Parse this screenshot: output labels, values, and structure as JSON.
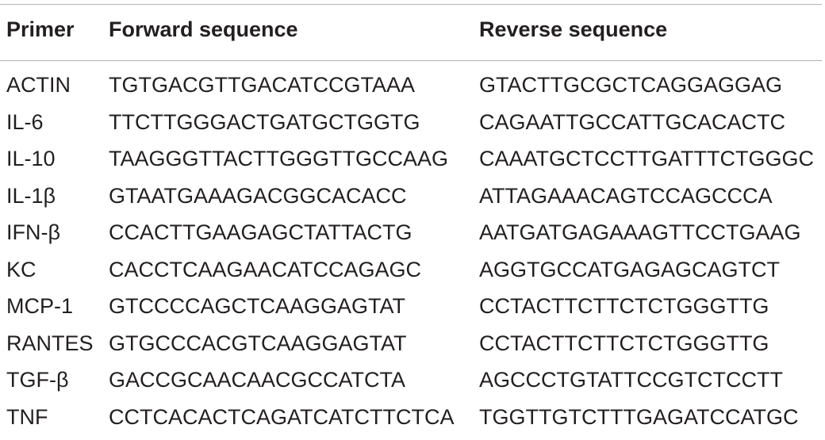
{
  "table": {
    "headers": {
      "primer": "Primer",
      "forward": "Forward sequence",
      "reverse": "Reverse sequence"
    },
    "rows": [
      {
        "primer": "ACTIN",
        "forward": "TGTGACGTTGACATCCGTAAA",
        "reverse": "GTACTTGCGCTCAGGAGGAG"
      },
      {
        "primer": "IL-6",
        "forward": "TTCTTGGGACTGATGCTGGTG",
        "reverse": "CAGAATTGCCATTGCACACTC"
      },
      {
        "primer": "IL-10",
        "forward": "TAAGGGTTACTTGGGTTGCCAAG",
        "reverse": "CAAATGCTCCTTGATTTCTGGGC"
      },
      {
        "primer": "IL-1β",
        "forward": "GTAATGAAAGACGGCACACC",
        "reverse": "ATTAGAAACAGTCCAGCCCA"
      },
      {
        "primer": "IFN-β",
        "forward": "CCACTTGAAGAGCTATTACTG",
        "reverse": "AATGATGAGAAAGTTCCTGAAG"
      },
      {
        "primer": "KC",
        "forward": "CACCTCAAGAACATCCAGAGC",
        "reverse": "AGGTGCCATGAGAGCAGTCT"
      },
      {
        "primer": "MCP-1",
        "forward": "GTCCCCAGCTCAAGGAGTAT",
        "reverse": "CCTACTTCTTCTCTGGGTTG"
      },
      {
        "primer": "RANTES",
        "forward": "GTGCCCACGTCAAGGAGTAT",
        "reverse": "CCTACTTCTTCTCTGGGTTG"
      },
      {
        "primer": "TGF-β",
        "forward": "GACCGCAACAACGCCATCTA",
        "reverse": "AGCCCTGTATTCCGTCTCCTT"
      },
      {
        "primer": "TNF",
        "forward": "CCTCACACTCAGATCATCTTCTCA",
        "reverse": "TGGTTGTCTTTGAGATCCATGC"
      }
    ]
  }
}
